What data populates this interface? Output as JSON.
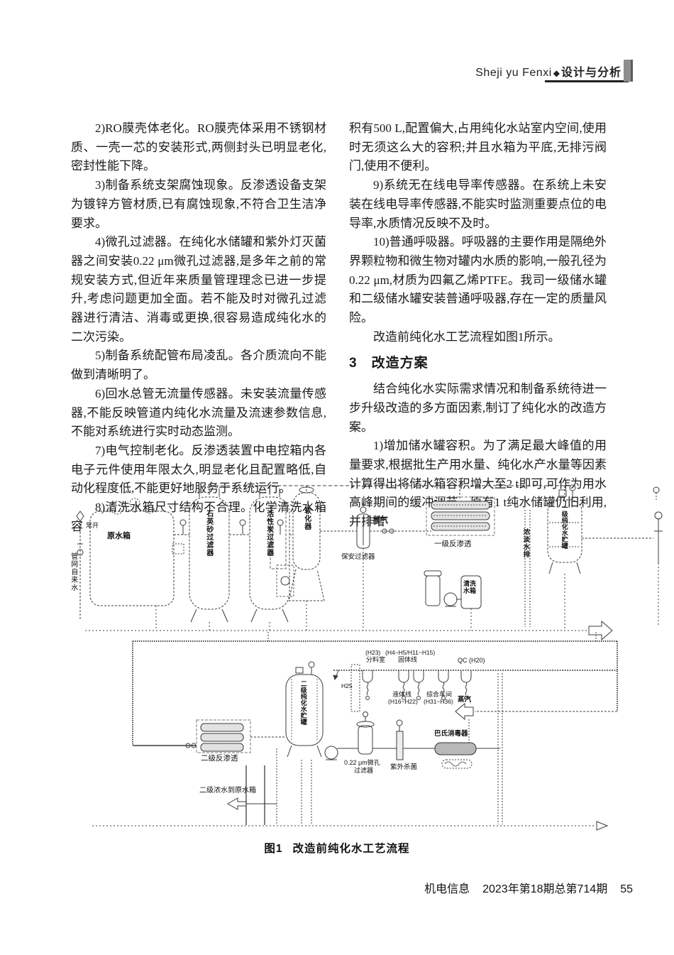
{
  "header": {
    "running_title_latin": "Sheji yu Fenxi",
    "separator": "◆",
    "section_title": "设计与分析"
  },
  "article": {
    "left_column": [
      "2)RO膜壳体老化。RO膜壳体采用不锈钢材质、一壳一芯的安装形式,两侧封头已明显老化,密封性能下降。",
      "3)制备系统支架腐蚀现象。反渗透设备支架为镀锌方管材质,已有腐蚀现象,不符合卫生洁净要求。",
      "4)微孔过滤器。在纯化水储罐和紫外灯灭菌器之间安装0.22 μm微孔过滤器,是多年之前的常规安装方式,但近年来质量管理理念已进一步提升,考虑问题更加全面。若不能及时对微孔过滤器进行清洁、消毒或更换,很容易造成纯化水的二次污染。",
      "5)制备系统配管布局凌乱。各介质流向不能做到清晰明了。",
      "6)回水总管无流量传感器。未安装流量传感器,不能反映管道内纯化水流量及流速参数信息,不能对系统进行实时动态监测。",
      "7)电气控制老化。反渗透装置中电控箱内各电子元件使用年限太久,明显老化且配置略低,自动化程度低,不能更好地服务于系统运行。",
      "8)清洗水箱尺寸结构不合理。化学清洗水箱容"
    ],
    "right_column_top": [
      "积有500 L,配置偏大,占用纯化水站室内空间,使用时无须这么大的容积;并且水箱为平底,无排污阀门,使用不便利。",
      "9)系统无在线电导率传感器。在系统上未安装在线电导率传感器,不能实时监测重要点位的电导率,水质情况反映不及时。",
      "10)普通呼吸器。呼吸器的主要作用是隔绝外界颗粒物和微生物对罐内水质的影响,一般孔径为0.22 μm,材质为四氟乙烯PTFE。我司一级储水罐和二级储水罐安装普通呼吸器,存在一定的质量风险。",
      "改造前纯化水工艺流程如图1所示。"
    ],
    "section_heading": {
      "number": "3",
      "title": "改造方案"
    },
    "right_column_bottom": [
      "结合纯化水实际需求情况和制备系统待进一步升级改造的多方面因素,制订了纯化水的改造方案。",
      "1)增加储水罐容积。为了满足最大峰值的用量要求,根据批生产用水量、纯化水产水量等因素计算得出将储水箱容积增大至2 t即可,可作为用水高峰期间的缓冲调节。原有1 t纯水储罐仍旧利用,并排增"
    ]
  },
  "figure": {
    "caption_label": "图1",
    "caption_title": "改造前纯化水工艺流程",
    "labels": {
      "tap_water": "管网自来水",
      "normally_open": "常开",
      "raw_water_tank": "原水箱",
      "quartz_sand_filter": "石英砂过滤器",
      "activated_carbon_filter": "活性炭过滤器",
      "softener": "软化器",
      "security_filter": "保安过滤器",
      "vent": "排气",
      "ro_stage1": "一级反渗透",
      "concentrate_drain": "浓淡水排",
      "purified_tank_stage1": "一级纯化水贮罐",
      "cleaning_tank": "清洗水箱",
      "h23": "(H23)",
      "dividing_room": "分料室",
      "solid_line_ids": "(H4~H5/H11~H15)",
      "solid_line": "固体线",
      "qc": "QC (H20)",
      "h25": "H25",
      "liquid_line": "液体线",
      "liquid_line_ids": "(H16~H22)",
      "general_workshop": "综合车间",
      "general_workshop_ids": "(H31~H36)",
      "steam": "蒸汽",
      "ro_stage2": "二级反渗透",
      "purified_tank_stage2": "二级纯化水贮罐",
      "micro_filter_line1": "0.22 μm微孔",
      "micro_filter_line2": "过滤器",
      "uv": "紫外杀菌",
      "pasteurizer": "巴氏消毒器",
      "stage2_concentrate_return": "二级浓水到原水箱"
    }
  },
  "footer": {
    "journal_name": "机电信息",
    "issue_info": "2023年第18期总第714期",
    "page_number": "55"
  }
}
